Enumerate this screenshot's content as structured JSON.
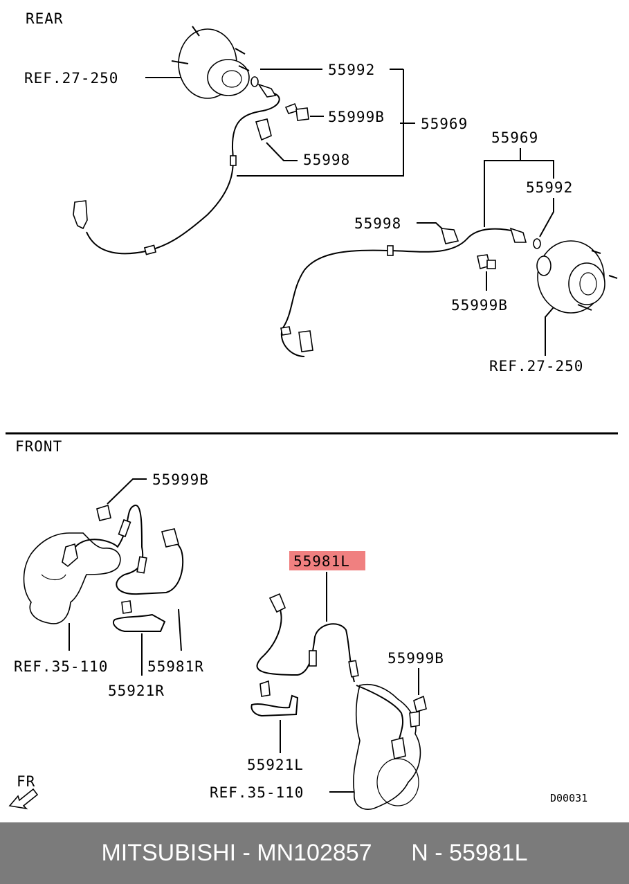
{
  "sections": {
    "rear": "REAR",
    "front": "FRONT"
  },
  "rear_left": {
    "ref": "REF.27-250",
    "p_55992": "55992",
    "p_55999b": "55999B",
    "p_55969": "55969",
    "p_55998": "55998"
  },
  "rear_right": {
    "p_55969": "55969",
    "p_55992": "55992",
    "p_55998": "55998",
    "p_55999b": "55999B",
    "ref": "REF.27-250"
  },
  "front_left": {
    "p_55999b": "55999B",
    "ref": "REF.35-110",
    "p_55981r": "55981R",
    "p_55921r": "55921R"
  },
  "front_right": {
    "p_55981l": "55981L",
    "p_55999b": "55999B",
    "p_55921l": "55921L",
    "ref": "REF.35-110"
  },
  "fr_label": "FR",
  "drawing_code": "D00031",
  "highlight_color": "#f08080",
  "footer": {
    "brand": "MITSUBISHI - MN102857",
    "part": "N - 55981L"
  }
}
